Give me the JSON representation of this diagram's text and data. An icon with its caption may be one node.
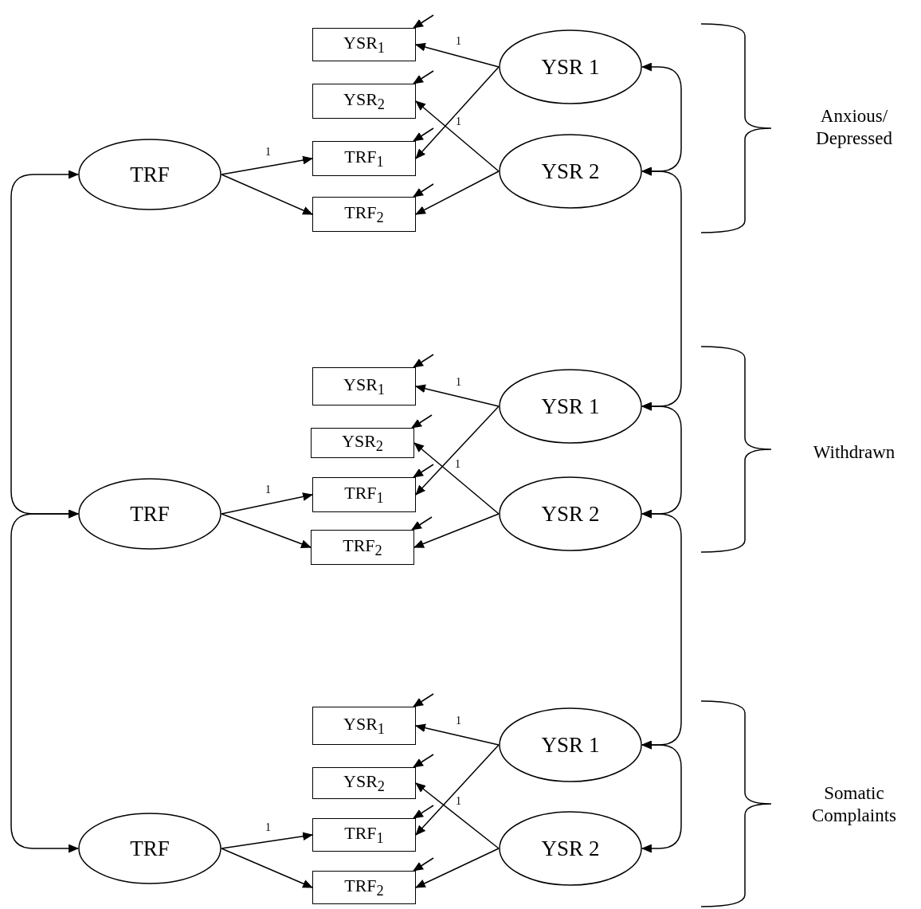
{
  "diagram": {
    "nodes": [
      {
        "text": [
          "YSR$_{1}$"
        ]
      },
      {
        "text": [
          "YSR$_{2}$"
        ]
      },
      {
        "text": [
          "TRF$_{1}$"
        ]
      },
      {
        "text": [
          "TRF$_{2}$"
        ]
      },
      {
        "text": [
          "TRF"
        ]
      },
      {
        "text": [
          "YSR 1"
        ]
      },
      {
        "text": [
          "YSR 2"
        ]
      },
      {
        "text": [
          "YSR$_{1}$"
        ]
      },
      {
        "text": [
          "YSR$_{2}$"
        ]
      },
      {
        "text": [
          "TRF$_{1}$"
        ]
      },
      {
        "text": [
          "TRF$_{2}$"
        ]
      },
      {
        "text": [
          "TRF"
        ]
      },
      {
        "text": [
          "YSR 1"
        ]
      },
      {
        "text": [
          "YSR 2"
        ]
      },
      {
        "text": [
          "YSR$_{1}$"
        ]
      },
      {
        "text": [
          "YSR$_{2}$"
        ]
      },
      {
        "text": [
          "TRF$_{1}$"
        ]
      },
      {
        "text": [
          "TRF$_{2}$"
        ]
      },
      {
        "text": [
          "TRF"
        ]
      },
      {
        "text": [
          "YSR 1"
        ]
      },
      {
        "text": [
          "YSR 2"
        ]
      }
    ],
    "edges": [
      {
        "from": 4,
        "to": 2,
        "arrow": "to",
        "label": "1"
      },
      {
        "from": 4,
        "to": 3,
        "arrow": "to"
      },
      {
        "from": 5,
        "to": 0,
        "arrow": "to",
        "label": "1"
      },
      {
        "from": 5,
        "to": 2,
        "arrow": "to"
      },
      {
        "from": 6,
        "to": 1,
        "arrow": "to",
        "label": "1"
      },
      {
        "from": 6,
        "to": 3,
        "arrow": "to"
      },
      {
        "from": null,
        "to": 0,
        "arrow": "to"
      },
      {
        "from": null,
        "to": 1,
        "arrow": "to"
      },
      {
        "from": null,
        "to": 2,
        "arrow": "to"
      },
      {
        "from": null,
        "to": 3,
        "arrow": "to"
      },
      {
        "from": 11,
        "to": 9,
        "arrow": "to",
        "label": "1"
      },
      {
        "from": 11,
        "to": 10,
        "arrow": "to"
      },
      {
        "from": 12,
        "to": 7,
        "arrow": "to",
        "label": "1"
      },
      {
        "from": 12,
        "to": 9,
        "arrow": "to"
      },
      {
        "from": 13,
        "to": 8,
        "arrow": "to",
        "label": "1"
      },
      {
        "from": 13,
        "to": 10,
        "arrow": "to"
      },
      {
        "from": null,
        "to": 7,
        "arrow": "to"
      },
      {
        "from": null,
        "to": 8,
        "arrow": "to"
      },
      {
        "from": null,
        "to": 9,
        "arrow": "to"
      },
      {
        "from": null,
        "to": 10,
        "arrow": "to"
      },
      {
        "from": 18,
        "to": 16,
        "arrow": "to",
        "label": "1"
      },
      {
        "from": 18,
        "to": 17,
        "arrow": "to"
      },
      {
        "from": 19,
        "to": 14,
        "arrow": "to",
        "label": "1"
      },
      {
        "from": 19,
        "to": 16,
        "arrow": "to"
      },
      {
        "from": 20,
        "to": 15,
        "arrow": "to",
        "label": "1"
      },
      {
        "from": 20,
        "to": 17,
        "arrow": "to"
      },
      {
        "from": null,
        "to": 14,
        "arrow": "to"
      },
      {
        "from": null,
        "to": 15,
        "arrow": "to"
      },
      {
        "from": null,
        "to": 16,
        "arrow": "to"
      },
      {
        "from": null,
        "to": 17,
        "arrow": "to"
      },
      {
        "from": 4,
        "to": 11,
        "arrow": "both"
      },
      {
        "from": 11,
        "to": 18,
        "arrow": "both"
      },
      {
        "from": 5,
        "to": 6,
        "arrow": "both"
      },
      {
        "from": 6,
        "to": 12,
        "arrow": "both"
      },
      {
        "from": 12,
        "to": 13,
        "arrow": "both"
      },
      {
        "from": 13,
        "to": 19,
        "arrow": "both"
      },
      {
        "from": 19,
        "to": 20,
        "arrow": "both"
      }
    ],
    "labels": [
      "Anxious/ Depressed",
      "Withdrawn",
      "Somatic Complaints"
    ]
  }
}
